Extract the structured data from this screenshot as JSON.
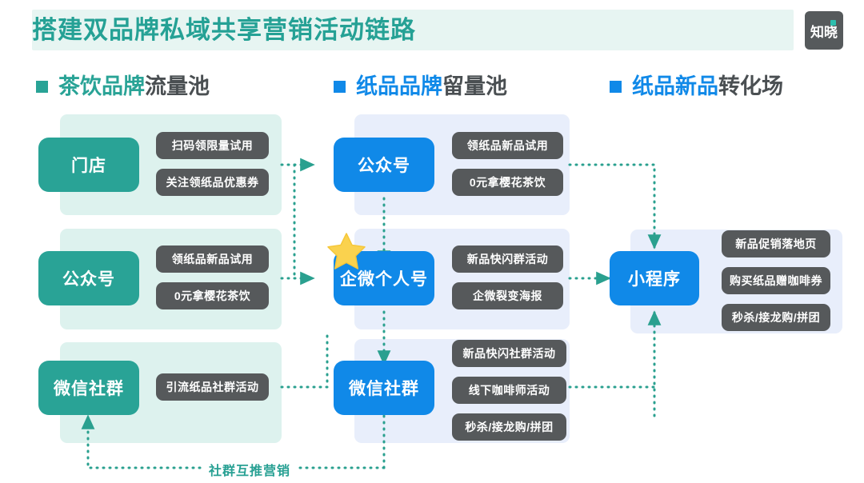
{
  "header": {
    "title": "搭建双品牌私域共享营销活动链路",
    "logo_text": "知晓",
    "band_color": "#e7f5f2",
    "title_color": "#25a195",
    "logo_bg": "#565a5c"
  },
  "colors": {
    "teal": "#29a396",
    "teal_panel": "#ddf2ee",
    "blue": "#1089e8",
    "blue_panel": "#e8eefb",
    "tag": "#56595b",
    "dark_text": "#4a4f52",
    "star": "#fad24e",
    "wire": "#2aa08f"
  },
  "columns": [
    {
      "bullet_color": "#29a396",
      "accent": "茶饮品牌",
      "accent_color": "#29a396",
      "rest": "流量池"
    },
    {
      "bullet_color": "#1089e8",
      "accent": "纸品品牌",
      "accent_color": "#1089e8",
      "rest": "留量池"
    },
    {
      "bullet_color": "#1089e8",
      "accent": "纸品新品",
      "accent_color": "#1089e8",
      "rest": "转化场"
    }
  ],
  "groups": {
    "left": [
      {
        "node": "门店",
        "tags": [
          "扫码领限量试用",
          "关注领纸品优惠券"
        ]
      },
      {
        "node": "公众号",
        "tags": [
          "领纸品新品试用",
          "0元拿樱花茶饮"
        ]
      },
      {
        "node": "微信社群",
        "tags": [
          "引流纸品社群活动"
        ]
      }
    ],
    "middle": [
      {
        "node": "公众号",
        "tags": [
          "领纸品新品试用",
          "0元拿樱花茶饮"
        ]
      },
      {
        "node": "企微个人号",
        "tags": [
          "新品快闪群活动",
          "企微裂变海报"
        ],
        "starred": true
      },
      {
        "node": "微信社群",
        "tags": [
          "新品快闪社群活动",
          "线下咖啡师活动",
          "秒杀/接龙购/拼团"
        ]
      }
    ],
    "right": [
      {
        "node": "小程序",
        "tags": [
          "新品促销落地页",
          "购买纸品赠咖啡券",
          "秒杀/接龙购/拼团"
        ]
      }
    ]
  },
  "loop": {
    "label": "社群互推营销"
  }
}
